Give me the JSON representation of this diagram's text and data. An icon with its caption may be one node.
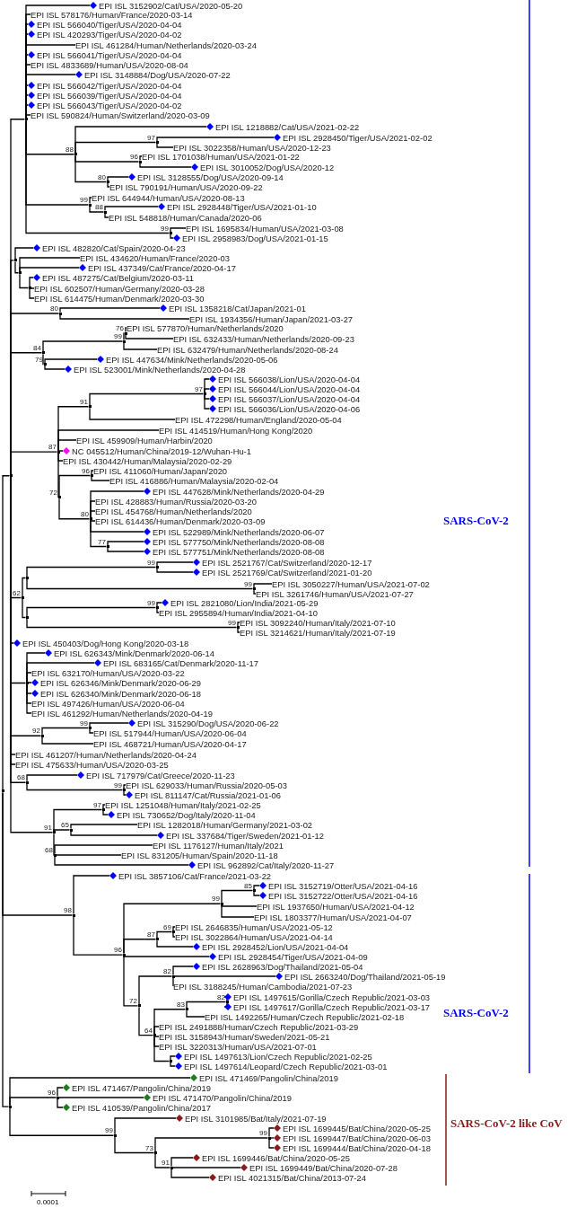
{
  "diagram": {
    "nodes": [
      {
        "text": [],
        "shape": "point"
      },
      {
        "text": [],
        "shape": "point"
      },
      {
        "text": [],
        "shape": "point"
      },
      {
        "text": [
          "EPI ISL 3152902/Cat/USA/2020-05-20"
        ]
      },
      {
        "text": [
          "EPI ISL 578176/Human/France/2020-03-14"
        ]
      },
      {
        "text": [
          "EPI ISL 566040/Tiger/USA/2020-04-04"
        ]
      },
      {
        "text": [
          "EPI ISL 420293/Tiger/USA/2020-04-02"
        ]
      },
      {
        "text": [
          "EPI ISL 461284/Human/Netherlands/2020-03-24"
        ]
      },
      {
        "text": [
          "EPI ISL 566041/Tiger/USA/2020-04-04"
        ]
      },
      {
        "text": [
          "EPI ISL 4833689/Human/USA/2020-08-04"
        ]
      },
      {
        "text": [
          "EPI ISL 3148884/Dog/USA/2020-07-22"
        ]
      },
      {
        "text": [
          "EPI ISL 566042/Tiger/USA/2020-04-04"
        ]
      },
      {
        "text": [
          "EPI ISL 566039/Tiger/USA/2020-04-04"
        ]
      },
      {
        "text": [
          "EPI ISL 566043/Tiger/USA/2020-04-02"
        ]
      },
      {
        "text": [
          "EPI ISL 590824/Human/Switzerland/2020-03-09"
        ]
      },
      {
        "text": [],
        "shape": "point",
        "beside": [
          "88"
        ]
      },
      {
        "text": [
          "EPI ISL 1218882/Cat/USA/2021-02-22"
        ]
      },
      {
        "text": [],
        "shape": "point",
        "beside": [
          "97"
        ]
      },
      {
        "text": [
          "EPI ISL 2928450/Tiger/USA/2021-02-02"
        ]
      },
      {
        "text": [
          "EPI ISL 3022358/Human/USA/2020-12-23"
        ]
      },
      {
        "text": [],
        "shape": "point",
        "beside": [
          "96"
        ]
      },
      {
        "text": [
          "EPI ISL 1701038/Human/USA/2021-01-22"
        ]
      },
      {
        "text": [
          "EPI ISL 3010052/Dog/USA/2020-12"
        ]
      },
      {
        "text": [],
        "shape": "point",
        "beside": [
          "80"
        ]
      },
      {
        "text": [
          "EPI ISL 3128555/Dog/USA/2020-09-14"
        ]
      },
      {
        "text": [
          "EPI ISL 790191/Human/USA/2020-09-22"
        ]
      },
      {
        "text": [],
        "shape": "point",
        "beside": [
          "99"
        ]
      },
      {
        "text": [
          "EPI ISL 644944/Human/USA/2020-08-13"
        ]
      },
      {
        "text": [],
        "shape": "point",
        "beside": [
          "88"
        ]
      },
      {
        "text": [
          "EPI ISL 2928448/Tiger/USA/2021-01-10"
        ]
      },
      {
        "text": [
          "EPI ISL 548818/Human/Canada/2020-06"
        ]
      },
      {
        "text": [],
        "shape": "point",
        "beside": [
          "99"
        ]
      },
      {
        "text": [
          "EPI ISL 1695834/Human/USA/2021-03-08"
        ]
      },
      {
        "text": [
          "EPI ISL 2958983/Dog/USA/2021-01-15"
        ]
      },
      {
        "text": [],
        "shape": "point"
      },
      {
        "text": [
          "EPI ISL 482820/Cat/Spain/2020-04-23"
        ]
      },
      {
        "text": [],
        "shape": "point"
      },
      {
        "text": [
          "EPI ISL 434620/Human/France/2020-03"
        ]
      },
      {
        "text": [
          "EPI ISL 437349/Cat/France/2020-04-17"
        ]
      },
      {
        "text": [],
        "shape": "point"
      },
      {
        "text": [
          "EPI ISL 487275/Cat/Belgium/2020-03-11"
        ]
      },
      {
        "text": [
          "EPI ISL 602507/Human/Germany/2020-03-28"
        ]
      },
      {
        "text": [
          "EPI ISL 614475/Human/Denmark/2020-03-30"
        ]
      },
      {
        "text": [],
        "shape": "point",
        "beside": [
          "80"
        ]
      },
      {
        "text": [
          "EPI ISL 1358218/Cat/Japan/2021-01"
        ]
      },
      {
        "text": [
          "EPI ISL 1934356/Human/Japan/2021-03-27"
        ]
      },
      {
        "text": [],
        "shape": "point",
        "beside": [
          "84"
        ]
      },
      {
        "text": [],
        "shape": "point",
        "beside": [
          "99"
        ]
      },
      {
        "text": [],
        "shape": "point",
        "beside": [
          "76"
        ]
      },
      {
        "text": [
          "EPI ISL 577870/Human/Netherlands/2020"
        ]
      },
      {
        "text": [
          "EPI ISL 632433/Human/Netherlands/2020-09-23"
        ]
      },
      {
        "text": [
          "EPI ISL 632479/Human/Netherlands/2020-08-24"
        ]
      },
      {
        "text": [],
        "shape": "point",
        "beside": [
          "79"
        ]
      },
      {
        "text": [
          "EPI ISL 447634/Mink/Netherlands/2020-05-06"
        ]
      },
      {
        "text": [
          "EPI ISL 523001/Mink/Netherlands/2020-04-28"
        ]
      },
      {
        "text": [],
        "shape": "point",
        "beside": [
          "87"
        ]
      },
      {
        "text": [],
        "shape": "point",
        "beside": [
          "91"
        ]
      },
      {
        "text": [],
        "shape": "point",
        "beside": [
          "97"
        ]
      },
      {
        "text": [
          "EPI ISL 566038/Lion/USA/2020-04-04"
        ]
      },
      {
        "text": [
          "EPI ISL 566044/Lion/USA/2020-04-04"
        ]
      },
      {
        "text": [
          "EPI ISL 566037/Lion/USA/2020-04-04"
        ]
      },
      {
        "text": [
          "EPI ISL 566036/Lion/USA/2020-04-06"
        ]
      },
      {
        "text": [
          "EPI ISL 472298/Human/England/2020-05-04"
        ]
      },
      {
        "text": [
          "EPI ISL 414519/Human/Hong Kong/2020"
        ]
      },
      {
        "text": [
          "EPI ISL 459909/Human/Harbin/2020"
        ]
      },
      {
        "text": [
          "NC 045512/Human/China/2019-12/Wuhan-Hu-1"
        ]
      },
      {
        "text": [
          "EPI ISL 430442/Human/Malaysia/2020-02-29"
        ]
      },
      {
        "text": [],
        "shape": "point",
        "beside": [
          "72"
        ]
      },
      {
        "text": [],
        "shape": "point",
        "beside": [
          "96"
        ]
      },
      {
        "text": [
          "EPI ISL 411060/Human/Japan/2020"
        ]
      },
      {
        "text": [
          "EPI ISL 416886/Human/Malaysia/2020-02-04"
        ]
      },
      {
        "text": [],
        "shape": "point",
        "beside": [
          "80"
        ]
      },
      {
        "text": [
          "EPI ISL 447628/Mink/Netherlands/2020-04-29"
        ]
      },
      {
        "text": [
          "EPI ISL 428883/Human/Russia/2020-03-20"
        ]
      },
      {
        "text": [
          "EPI ISL 454768/Human/Netherlands/2020"
        ]
      },
      {
        "text": [
          "EPI ISL 614436/Human/Denmark/2020-03-09"
        ]
      },
      {
        "text": [
          "EPI ISL 522989/Mink/Netherlands/2020-06-07"
        ]
      },
      {
        "text": [],
        "shape": "point",
        "beside": [
          "77"
        ]
      },
      {
        "text": [
          "EPI ISL 577750/Mink/Netherlands/2020-08-08"
        ]
      },
      {
        "text": [
          "EPI ISL 577751/Mink/Netherlands/2020-08-08"
        ]
      },
      {
        "text": [],
        "shape": "point",
        "beside": [
          "62"
        ]
      },
      {
        "text": [],
        "shape": "point"
      },
      {
        "text": [],
        "shape": "point",
        "beside": [
          "99"
        ]
      },
      {
        "text": [
          "EPI ISL 2521767/Cat/Switzerland/2020-12-17"
        ]
      },
      {
        "text": [
          "EPI ISL 2521769/Cat/Switzerland/2021-01-20"
        ]
      },
      {
        "text": [],
        "shape": "point",
        "beside": [
          "99"
        ]
      },
      {
        "text": [
          "EPI ISL 3050227/Human/USA/2021-07-02"
        ]
      },
      {
        "text": [
          "EPI ISL 3261746/Human/USA/2021-07-27"
        ]
      },
      {
        "text": [],
        "shape": "point"
      },
      {
        "text": [],
        "shape": "point",
        "beside": [
          "99"
        ]
      },
      {
        "text": [
          "EPI ISL 2821080/Lion/India/2021-05-29"
        ]
      },
      {
        "text": [
          "EPI ISL 2955894/Human/India/2021-04-10"
        ]
      },
      {
        "text": [],
        "shape": "point",
        "beside": [
          "99"
        ]
      },
      {
        "text": [
          "EPI ISL 3092240/Human/Italy/2021-07-10"
        ]
      },
      {
        "text": [
          "EPI ISL 3214621/Human/Italy/2021-07-19"
        ]
      },
      {
        "text": [
          "EPI ISL 450403/Dog/Hong Kong/2020-03-18"
        ]
      },
      {
        "text": [],
        "shape": "point"
      },
      {
        "text": [
          "EPI ISL 626343/Mink/Denmark/2020-06-14"
        ]
      },
      {
        "text": [
          "EPI ISL 683165/Cat/Denmark/2020-11-17"
        ]
      },
      {
        "text": [
          "EPI ISL 632170/Human/USA/2020-03-22"
        ]
      },
      {
        "text": [
          "EPI ISL 626346/Mink/Denmark/2020-06-29"
        ]
      },
      {
        "text": [
          "EPI ISL 626340/Mink/Denmark/2020-06-18"
        ]
      },
      {
        "text": [
          "EPI ISL 497426/Human/USA/2020-06-04"
        ]
      },
      {
        "text": [
          "EPI ISL 461292/Human/Netherlands/2020-04-19"
        ]
      },
      {
        "text": [],
        "shape": "point",
        "beside": [
          "92"
        ]
      },
      {
        "text": [],
        "shape": "point",
        "beside": [
          "99"
        ]
      },
      {
        "text": [
          "EPI ISL 315290/Dog/USA/2020-06-22"
        ]
      },
      {
        "text": [
          "EPI ISL 517944/Human/USA/2020-06-04"
        ]
      },
      {
        "text": [
          "EPI ISL 468721/Human/USA/2020-04-17"
        ]
      },
      {
        "text": [
          "EPI ISL 461207/Human/Netherlands/2020-04-24"
        ]
      },
      {
        "text": [
          "EPI ISL 475633/Human/USA/2020-03-25"
        ]
      },
      {
        "text": [],
        "shape": "point",
        "beside": [
          "68"
        ]
      },
      {
        "text": [
          "EPI ISL 717979/Cat/Greece/2020-11-23"
        ]
      },
      {
        "text": [],
        "shape": "point",
        "beside": [
          "99"
        ]
      },
      {
        "text": [
          "EPI ISL 629033/Human/Russia/2020-05-03"
        ]
      },
      {
        "text": [
          "EPI ISL 811147/Cat/Russia/2021-01-06"
        ]
      },
      {
        "text": [],
        "shape": "point",
        "beside": [
          "91"
        ]
      },
      {
        "text": [],
        "shape": "point",
        "beside": [
          "97"
        ]
      },
      {
        "text": [
          "EPI ISL 1251048/Human/Italy/2021-02-25"
        ]
      },
      {
        "text": [
          "EPI ISL 730652/Dog/Italy/2020-11-04"
        ]
      },
      {
        "text": [],
        "shape": "point",
        "beside": [
          "65"
        ]
      },
      {
        "text": [
          "EPI ISL 1282018/Human/Germany/2021-03-02"
        ]
      },
      {
        "text": [
          "EPI ISL 337684/Tiger/Sweden/2021-01-12"
        ]
      },
      {
        "text": [],
        "shape": "point",
        "beside": [
          "68"
        ]
      },
      {
        "text": [
          "EPI ISL 1176127/Human/Italy/2021"
        ]
      },
      {
        "text": [
          "EPI ISL 831205/Human/Spain/2020-11-18"
        ]
      },
      {
        "text": [
          "EPI ISL 962892/Cat/Italy/2020-11-27"
        ]
      },
      {
        "text": [],
        "shape": "point",
        "beside": [
          "98"
        ]
      },
      {
        "text": [
          "EPI ISL 3857106/Cat/France/2021-03-22"
        ]
      },
      {
        "text": [],
        "shape": "point",
        "beside": [
          "96"
        ]
      },
      {
        "text": [],
        "shape": "point",
        "beside": [
          "99"
        ]
      },
      {
        "text": [],
        "shape": "point",
        "beside": [
          "85"
        ]
      },
      {
        "text": [
          "EPI ISL 3152719/Otter/USA/2021-04-16"
        ]
      },
      {
        "text": [
          "EPI ISL 3152722/Otter/USA/2021-04-16"
        ]
      },
      {
        "text": [
          "EPI ISL 1937650/Human/USA/2021-04-12"
        ]
      },
      {
        "text": [
          "EPI ISL 1803377/Human/USA/2021-04-07"
        ]
      },
      {
        "text": [],
        "shape": "point",
        "beside": [
          "87"
        ]
      },
      {
        "text": [],
        "shape": "point",
        "beside": [
          "69"
        ]
      },
      {
        "text": [
          "EPI ISL 2646835/Human/USA/2021-05-12"
        ]
      },
      {
        "text": [
          "EPI ISL 3022864/Human/USA/2021-04-14"
        ]
      },
      {
        "text": [
          "EPI ISL 2928452/Lion/USA/2021-04-04"
        ]
      },
      {
        "text": [
          "EPI ISL 2928454/Tiger/USA/2021-04-09"
        ]
      },
      {
        "text": [],
        "shape": "point",
        "beside": [
          "72"
        ]
      },
      {
        "text": [],
        "shape": "point",
        "beside": [
          "82"
        ]
      },
      {
        "text": [
          "EPI ISL 2628963/Dog/Thailand/2021-05-04"
        ]
      },
      {
        "text": [
          "EPI ISL 2663240/Dog/Thailand/2021-05-19"
        ]
      },
      {
        "text": [
          "EPI ISL 3188245/Human/Cambodia/2021-07-23"
        ]
      },
      {
        "text": [],
        "shape": "point",
        "beside": [
          "64"
        ]
      },
      {
        "text": [],
        "shape": "point",
        "beside": [
          "83"
        ]
      },
      {
        "text": [],
        "shape": "point",
        "beside": [
          "82"
        ]
      },
      {
        "text": [
          "EPI ISL 1497615/Gorilla/Czech Republic/2021-03-03"
        ]
      },
      {
        "text": [
          "EPI ISL 1497617/Gorilla/Czech Republic/2021-03-17"
        ]
      },
      {
        "text": [
          "EPI ISL 1492265/Human/Czech Republic/2021-02-18"
        ]
      },
      {
        "text": [
          "EPI ISL 2491888/Human/Czech Republic/2021-03-29"
        ]
      },
      {
        "text": [
          "EPI ISL 3158943/Human/Sweden/2021-05-21"
        ]
      },
      {
        "text": [
          "EPI ISL 3220313/Human/USA/2021-07-01"
        ]
      },
      {
        "text": [],
        "shape": "point"
      },
      {
        "text": [
          "EPI ISL 1497613/Lion/Czech Republic/2021-02-25"
        ]
      },
      {
        "text": [
          "EPI ISL 1497614/Leopard/Czech Republic/2021-03-01"
        ]
      },
      {
        "text": [],
        "shape": "point"
      },
      {
        "text": [
          "EPI ISL 471469/Pangolin/China/2019"
        ]
      },
      {
        "text": [],
        "shape": "point",
        "beside": [
          "96"
        ]
      },
      {
        "text": [
          "EPI ISL 471467/Pangolin/China/2019"
        ]
      },
      {
        "text": [
          "EPI ISL 471470/Pangolin/China/2019"
        ]
      },
      {
        "text": [
          "EPI ISL 410539/Pangolin/China/2017"
        ]
      },
      {
        "text": [],
        "shape": "point",
        "beside": [
          "99"
        ]
      },
      {
        "text": [
          "EPI ISL 3101985/Bat/Italy/2021-07-19"
        ]
      },
      {
        "text": [],
        "shape": "point",
        "beside": [
          "73"
        ]
      },
      {
        "text": [],
        "shape": "point",
        "beside": [
          "99"
        ]
      },
      {
        "text": [
          "EPI ISL 1699445/Bat/China/2020-05-25"
        ]
      },
      {
        "text": [
          "EPI ISL 1699447/Bat/China/2020-06-03"
        ]
      },
      {
        "text": [
          "EPI ISL 1699444/Bat/China/2020-04-18"
        ]
      },
      {
        "text": [],
        "shape": "point",
        "beside": [
          "91"
        ]
      },
      {
        "text": [
          "EPI ISL 1699446/Bat/China/2020-05-25"
        ]
      },
      {
        "text": [
          "EPI ISL 1699449/Bat/China/2020-07-28"
        ]
      },
      {
        "text": [
          "EPI ISL 4021315/Bat/China/2013-07-24"
        ]
      }
    ],
    "edges": [
      {
        "from": 0,
        "to": 1,
        "arrow": "none"
      },
      {
        "from": 1,
        "to": 2,
        "arrow": "none"
      },
      {
        "from": 2,
        "to": 3,
        "arrow": "none"
      },
      {
        "from": 2,
        "to": 4,
        "arrow": "none"
      },
      {
        "from": 2,
        "to": 5,
        "arrow": "none"
      },
      {
        "from": 2,
        "to": 6,
        "arrow": "none"
      },
      {
        "from": 2,
        "to": 7,
        "arrow": "none"
      },
      {
        "from": 2,
        "to": 8,
        "arrow": "none"
      },
      {
        "from": 2,
        "to": 9,
        "arrow": "none"
      },
      {
        "from": 2,
        "to": 10,
        "arrow": "none"
      },
      {
        "from": 2,
        "to": 11,
        "arrow": "none"
      },
      {
        "from": 2,
        "to": 12,
        "arrow": "none"
      },
      {
        "from": 2,
        "to": 13,
        "arrow": "none"
      },
      {
        "from": 2,
        "to": 14,
        "arrow": "none"
      },
      {
        "from": 2,
        "to": 15,
        "arrow": "none"
      },
      {
        "from": 15,
        "to": 16,
        "arrow": "none"
      },
      {
        "from": 15,
        "to": 17,
        "arrow": "none"
      },
      {
        "from": 17,
        "to": 18,
        "arrow": "none"
      },
      {
        "from": 17,
        "to": 19,
        "arrow": "none"
      },
      {
        "from": 15,
        "to": 20,
        "arrow": "none"
      },
      {
        "from": 20,
        "to": 21,
        "arrow": "none"
      },
      {
        "from": 20,
        "to": 22,
        "arrow": "none"
      },
      {
        "from": 15,
        "to": 23,
        "arrow": "none"
      },
      {
        "from": 23,
        "to": 24,
        "arrow": "none"
      },
      {
        "from": 23,
        "to": 25,
        "arrow": "none"
      },
      {
        "from": 2,
        "to": 26,
        "arrow": "none"
      },
      {
        "from": 26,
        "to": 27,
        "arrow": "none"
      },
      {
        "from": 26,
        "to": 28,
        "arrow": "none"
      },
      {
        "from": 28,
        "to": 29,
        "arrow": "none"
      },
      {
        "from": 28,
        "to": 30,
        "arrow": "none"
      },
      {
        "from": 2,
        "to": 31,
        "arrow": "none"
      },
      {
        "from": 31,
        "to": 32,
        "arrow": "none"
      },
      {
        "from": 31,
        "to": 33,
        "arrow": "none"
      },
      {
        "from": 1,
        "to": 34,
        "arrow": "none"
      },
      {
        "from": 34,
        "to": 35,
        "arrow": "none"
      },
      {
        "from": 34,
        "to": 36,
        "arrow": "none"
      },
      {
        "from": 36,
        "to": 37,
        "arrow": "none"
      },
      {
        "from": 36,
        "to": 38,
        "arrow": "none"
      },
      {
        "from": 36,
        "to": 39,
        "arrow": "none"
      },
      {
        "from": 39,
        "to": 40,
        "arrow": "none"
      },
      {
        "from": 39,
        "to": 41,
        "arrow": "none"
      },
      {
        "from": 39,
        "to": 42,
        "arrow": "none"
      },
      {
        "from": 1,
        "to": 43,
        "arrow": "none"
      },
      {
        "from": 43,
        "to": 44,
        "arrow": "none"
      },
      {
        "from": 43,
        "to": 45,
        "arrow": "none"
      },
      {
        "from": 1,
        "to": 46,
        "arrow": "none"
      },
      {
        "from": 46,
        "to": 47,
        "arrow": "none"
      },
      {
        "from": 47,
        "to": 48,
        "arrow": "none"
      },
      {
        "from": 48,
        "to": 49,
        "arrow": "none"
      },
      {
        "from": 48,
        "to": 50,
        "arrow": "none"
      },
      {
        "from": 47,
        "to": 51,
        "arrow": "none"
      },
      {
        "from": 46,
        "to": 52,
        "arrow": "none"
      },
      {
        "from": 52,
        "to": 53,
        "arrow": "none"
      },
      {
        "from": 52,
        "to": 54,
        "arrow": "none"
      },
      {
        "from": 1,
        "to": 55,
        "arrow": "none"
      },
      {
        "from": 55,
        "to": 56,
        "arrow": "none"
      },
      {
        "from": 56,
        "to": 57,
        "arrow": "none"
      },
      {
        "from": 57,
        "to": 58,
        "arrow": "none"
      },
      {
        "from": 57,
        "to": 59,
        "arrow": "none"
      },
      {
        "from": 57,
        "to": 60,
        "arrow": "none"
      },
      {
        "from": 57,
        "to": 61,
        "arrow": "none"
      },
      {
        "from": 56,
        "to": 62,
        "arrow": "none"
      },
      {
        "from": 55,
        "to": 63,
        "arrow": "none"
      },
      {
        "from": 55,
        "to": 64,
        "arrow": "none"
      },
      {
        "from": 55,
        "to": 65,
        "arrow": "none"
      },
      {
        "from": 55,
        "to": 66,
        "arrow": "none"
      },
      {
        "from": 55,
        "to": 67,
        "arrow": "none"
      },
      {
        "from": 67,
        "to": 68,
        "arrow": "none"
      },
      {
        "from": 68,
        "to": 69,
        "arrow": "none"
      },
      {
        "from": 68,
        "to": 70,
        "arrow": "none"
      },
      {
        "from": 67,
        "to": 71,
        "arrow": "none"
      },
      {
        "from": 71,
        "to": 72,
        "arrow": "none"
      },
      {
        "from": 71,
        "to": 73,
        "arrow": "none"
      },
      {
        "from": 71,
        "to": 74,
        "arrow": "none"
      },
      {
        "from": 71,
        "to": 75,
        "arrow": "none"
      },
      {
        "from": 71,
        "to": 76,
        "arrow": "none"
      },
      {
        "from": 71,
        "to": 77,
        "arrow": "none"
      },
      {
        "from": 77,
        "to": 78,
        "arrow": "none"
      },
      {
        "from": 77,
        "to": 79,
        "arrow": "none"
      },
      {
        "from": 1,
        "to": 80,
        "arrow": "none"
      },
      {
        "from": 80,
        "to": 81,
        "arrow": "none"
      },
      {
        "from": 81,
        "to": 82,
        "arrow": "none"
      },
      {
        "from": 82,
        "to": 83,
        "arrow": "none"
      },
      {
        "from": 82,
        "to": 84,
        "arrow": "none"
      },
      {
        "from": 81,
        "to": 85,
        "arrow": "none"
      },
      {
        "from": 85,
        "to": 86,
        "arrow": "none"
      },
      {
        "from": 85,
        "to": 87,
        "arrow": "none"
      },
      {
        "from": 80,
        "to": 88,
        "arrow": "none"
      },
      {
        "from": 88,
        "to": 89,
        "arrow": "none"
      },
      {
        "from": 89,
        "to": 90,
        "arrow": "none"
      },
      {
        "from": 89,
        "to": 91,
        "arrow": "none"
      },
      {
        "from": 88,
        "to": 92,
        "arrow": "none"
      },
      {
        "from": 92,
        "to": 93,
        "arrow": "none"
      },
      {
        "from": 92,
        "to": 94,
        "arrow": "none"
      },
      {
        "from": 1,
        "to": 95,
        "arrow": "none"
      },
      {
        "from": 1,
        "to": 96,
        "arrow": "none"
      },
      {
        "from": 96,
        "to": 97,
        "arrow": "none"
      },
      {
        "from": 96,
        "to": 98,
        "arrow": "none"
      },
      {
        "from": 96,
        "to": 99,
        "arrow": "none"
      },
      {
        "from": 96,
        "to": 100,
        "arrow": "none"
      },
      {
        "from": 96,
        "to": 101,
        "arrow": "none"
      },
      {
        "from": 96,
        "to": 102,
        "arrow": "none"
      },
      {
        "from": 96,
        "to": 103,
        "arrow": "none"
      },
      {
        "from": 1,
        "to": 104,
        "arrow": "none"
      },
      {
        "from": 104,
        "to": 105,
        "arrow": "none"
      },
      {
        "from": 105,
        "to": 106,
        "arrow": "none"
      },
      {
        "from": 105,
        "to": 107,
        "arrow": "none"
      },
      {
        "from": 104,
        "to": 108,
        "arrow": "none"
      },
      {
        "from": 1,
        "to": 109,
        "arrow": "none"
      },
      {
        "from": 1,
        "to": 110,
        "arrow": "none"
      },
      {
        "from": 1,
        "to": 111,
        "arrow": "none"
      },
      {
        "from": 111,
        "to": 112,
        "arrow": "none"
      },
      {
        "from": 111,
        "to": 113,
        "arrow": "none"
      },
      {
        "from": 113,
        "to": 114,
        "arrow": "none"
      },
      {
        "from": 113,
        "to": 115,
        "arrow": "none"
      },
      {
        "from": 1,
        "to": 116,
        "arrow": "none"
      },
      {
        "from": 116,
        "to": 117,
        "arrow": "none"
      },
      {
        "from": 117,
        "to": 118,
        "arrow": "none"
      },
      {
        "from": 117,
        "to": 119,
        "arrow": "none"
      },
      {
        "from": 116,
        "to": 120,
        "arrow": "none"
      },
      {
        "from": 120,
        "to": 121,
        "arrow": "none"
      },
      {
        "from": 120,
        "to": 122,
        "arrow": "none"
      },
      {
        "from": 116,
        "to": 123,
        "arrow": "none"
      },
      {
        "from": 123,
        "to": 124,
        "arrow": "none"
      },
      {
        "from": 123,
        "to": 125,
        "arrow": "none"
      },
      {
        "from": 123,
        "to": 126,
        "arrow": "none"
      },
      {
        "from": 0,
        "to": 127,
        "arrow": "none"
      },
      {
        "from": 127,
        "to": 128,
        "arrow": "none"
      },
      {
        "from": 127,
        "to": 129,
        "arrow": "none"
      },
      {
        "from": 129,
        "to": 130,
        "arrow": "none"
      },
      {
        "from": 130,
        "to": 131,
        "arrow": "none"
      },
      {
        "from": 131,
        "to": 132,
        "arrow": "none"
      },
      {
        "from": 131,
        "to": 133,
        "arrow": "none"
      },
      {
        "from": 130,
        "to": 134,
        "arrow": "none"
      },
      {
        "from": 130,
        "to": 135,
        "arrow": "none"
      },
      {
        "from": 129,
        "to": 136,
        "arrow": "none"
      },
      {
        "from": 136,
        "to": 137,
        "arrow": "none"
      },
      {
        "from": 137,
        "to": 138,
        "arrow": "none"
      },
      {
        "from": 137,
        "to": 139,
        "arrow": "none"
      },
      {
        "from": 136,
        "to": 140,
        "arrow": "none"
      },
      {
        "from": 129,
        "to": 141,
        "arrow": "none"
      },
      {
        "from": 129,
        "to": 142,
        "arrow": "none"
      },
      {
        "from": 142,
        "to": 143,
        "arrow": "none"
      },
      {
        "from": 143,
        "to": 144,
        "arrow": "none"
      },
      {
        "from": 143,
        "to": 145,
        "arrow": "none"
      },
      {
        "from": 143,
        "to": 146,
        "arrow": "none"
      },
      {
        "from": 142,
        "to": 147,
        "arrow": "none"
      },
      {
        "from": 147,
        "to": 148,
        "arrow": "none"
      },
      {
        "from": 148,
        "to": 149,
        "arrow": "none"
      },
      {
        "from": 149,
        "to": 150,
        "arrow": "none"
      },
      {
        "from": 149,
        "to": 151,
        "arrow": "none"
      },
      {
        "from": 148,
        "to": 152,
        "arrow": "none"
      },
      {
        "from": 147,
        "to": 153,
        "arrow": "none"
      },
      {
        "from": 147,
        "to": 154,
        "arrow": "none"
      },
      {
        "from": 147,
        "to": 155,
        "arrow": "none"
      },
      {
        "from": 147,
        "to": 156,
        "arrow": "none"
      },
      {
        "from": 156,
        "to": 157,
        "arrow": "none"
      },
      {
        "from": 156,
        "to": 158,
        "arrow": "none"
      },
      {
        "from": 0,
        "to": 159,
        "arrow": "none"
      },
      {
        "from": 159,
        "to": 160,
        "arrow": "none"
      },
      {
        "from": 159,
        "to": 161,
        "arrow": "none"
      },
      {
        "from": 161,
        "to": 162,
        "arrow": "none"
      },
      {
        "from": 161,
        "to": 163,
        "arrow": "none"
      },
      {
        "from": 161,
        "to": 164,
        "arrow": "none"
      },
      {
        "from": 159,
        "to": 165,
        "arrow": "none"
      },
      {
        "from": 165,
        "to": 166,
        "arrow": "none"
      },
      {
        "from": 165,
        "to": 167,
        "arrow": "none"
      },
      {
        "from": 167,
        "to": 168,
        "arrow": "none"
      },
      {
        "from": 168,
        "to": 169,
        "arrow": "none"
      },
      {
        "from": 168,
        "to": 170,
        "arrow": "none"
      },
      {
        "from": 168,
        "to": 171,
        "arrow": "none"
      },
      {
        "from": 167,
        "to": 172,
        "arrow": "none"
      },
      {
        "from": 172,
        "to": 173,
        "arrow": "none"
      },
      {
        "from": 172,
        "to": 174,
        "arrow": "none"
      },
      {
        "from": 172,
        "to": 175,
        "arrow": "none"
      }
    ],
    "labels": [
      "SARS-CoV-2",
      "SARS-CoV-2",
      "SARS-CoV-2 like CoV",
      "0.0001"
    ]
  }
}
